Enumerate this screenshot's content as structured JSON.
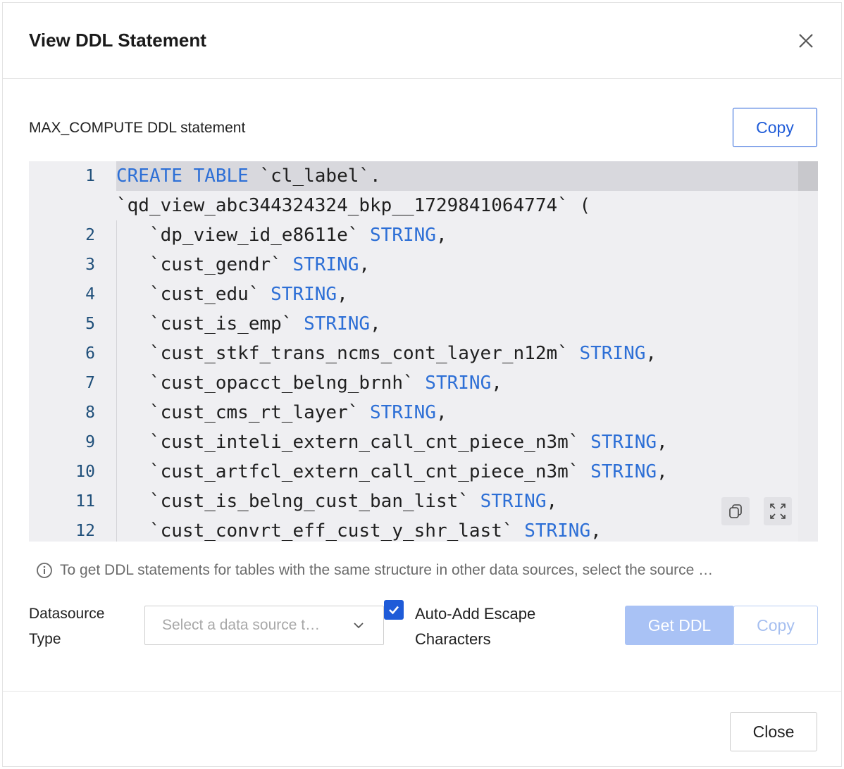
{
  "dialog": {
    "title": "View DDL Statement",
    "close_icon": "close-icon"
  },
  "ddl": {
    "section_label": "MAX_COMPUTE DDL statement",
    "copy_label": "Copy",
    "lines": [
      {
        "num": "1",
        "text": "",
        "kw": "CREATE TABLE",
        "rest": " `cl_label`."
      },
      {
        "num": "",
        "text": "`qd_view_abc344324324_bkp__1729841064774` (",
        "kw": "",
        "rest": ""
      },
      {
        "num": "2",
        "ident": "   `dp_view_id_e8611e` ",
        "type": "STRING",
        "tail": ","
      },
      {
        "num": "3",
        "ident": "   `cust_gendr` ",
        "type": "STRING",
        "tail": ","
      },
      {
        "num": "4",
        "ident": "   `cust_edu` ",
        "type": "STRING",
        "tail": ","
      },
      {
        "num": "5",
        "ident": "   `cust_is_emp` ",
        "type": "STRING",
        "tail": ","
      },
      {
        "num": "6",
        "ident": "   `cust_stkf_trans_ncms_cont_layer_n12m` ",
        "type": "STRING",
        "tail": ","
      },
      {
        "num": "7",
        "ident": "   `cust_opacct_belng_brnh` ",
        "type": "STRING",
        "tail": ","
      },
      {
        "num": "8",
        "ident": "   `cust_cms_rt_layer` ",
        "type": "STRING",
        "tail": ","
      },
      {
        "num": "9",
        "ident": "   `cust_inteli_extern_call_cnt_piece_n3m` ",
        "type": "STRING",
        "tail": ","
      },
      {
        "num": "10",
        "ident": "   `cust_artfcl_extern_call_cnt_piece_n3m` ",
        "type": "STRING",
        "tail": ","
      },
      {
        "num": "11",
        "ident": "   `cust_is_belng_cust_ban_list` ",
        "type": "STRING",
        "tail": ","
      },
      {
        "num": "12",
        "ident": "   `cust_convrt_eff_cust_y_shr_last` ",
        "type": "STRING",
        "tail": ","
      }
    ],
    "tools": {
      "copy_icon": "copy-icon",
      "expand_icon": "fullscreen-icon"
    }
  },
  "info": {
    "icon": "info-icon",
    "text": "To get DDL statements for tables with the same structure in other data sources, select the source …"
  },
  "convert": {
    "datasource_label": "Datasource Type",
    "select_placeholder": "Select a data source t…",
    "escape_checked": true,
    "escape_label": "Auto-Add Escape Characters",
    "get_ddl_label": "Get DDL",
    "copy_label": "Copy"
  },
  "footer": {
    "close_label": "Close"
  },
  "colors": {
    "primary": "#1e5bd8",
    "keyword": "#2d6fd6",
    "disabled_primary": "#a9c2f5"
  }
}
